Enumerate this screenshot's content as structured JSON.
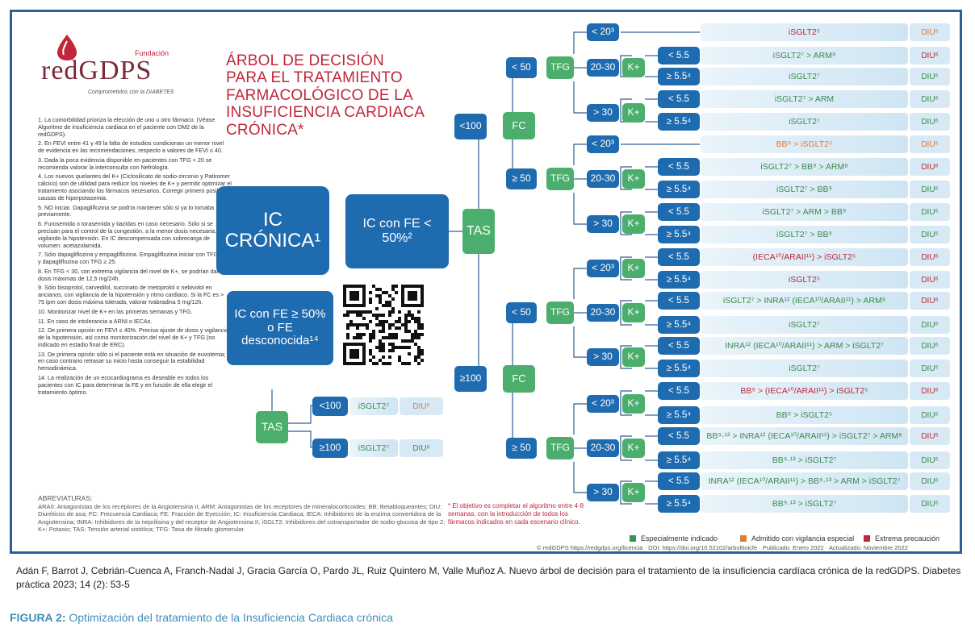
{
  "header": {
    "foundation": "Fundación",
    "org": "redGDPS",
    "tagline": "Comprometidos con la DIABETES",
    "title_lines": [
      "ÁRBOL DE DECISIÓN",
      "PARA EL TRATAMIENTO",
      "FARMACOLÓGICO DE LA",
      "INSUFICIENCIA CARDIACA",
      "CRÓNICA*"
    ]
  },
  "notes": [
    "1. La comorbilidad prioriza la elección de uno u otro fármaco. (Véase Algoritmo de insuficiencia cardiaca en el paciente con DM2 de la redGDPS).",
    "2. En FEVI entre 41 y 49 la falta de estudios condicionan un menor nivel de evidencia en las recomendaciones, respecto a valores de FEVI ≤ 40.",
    "3. Dada la poca evidencia disponible en pacientes con TFG < 20 se recomienda valorar la interconsulta con Nefrología.",
    "4. Los nuevos quelantes del K+ (Ciclosilicato de sodio-zirconio y Patiromer cálcico) son de utilidad para reducir los niveles de K+ y permitir optimizar el tratamiento asociando los fármacos necesarios. Corregir primero posibles causas de hiperpotasemia.",
    "5. NO iniciar. Dapagliflozina se podría mantener sólo si ya lo tomaba previamente.",
    "6. Furosemida o torasemida y tiazidas en caso necesario. Sólo si se precisan para el control de la congestión, a la menor dosis necesaria, vigilando la hipotensión. En IC descompensada con sobrecarga de volumen: acetazolamida.",
    "7. Sólo dapagliflozina y empagliflozina. Empagliflozina iniciar con TFG ≥ 20 y dapagliflozina con TFG ≥ 25.",
    "8. En TFG < 30, con extrema vigilancia del nivel de K+, se podrían dar a dosis máximas de 12,5 mg/24h.",
    "9. Sólo bisoprolol, carvedilol, succinato de metoprolol o nebivolol en ancianos, con vigilancia de la hipotensión y ritmo cardiaco. Si la FC es > 75 lpm con dosis máxima tolerada, valorar Ivabradina 5 mg/12h.",
    "10. Monitorizar nivel de K+ en las primeras semanas y TFG.",
    "11. En caso de intolerancia a ARNI o IECAs.",
    "12. De primera opción en FEVI ≤ 40%. Precisa ajuste de dosis y vigilancia de la hipotensión, así como monitorización del nivel de K+ y TFG (no indicado en estadio final de ERC).",
    "13. De primera opción sólo si el paciente está en situación de euvolemia; en caso contrario retrasar su inicio hasta conseguir la estabilidad hemodinámica.",
    "14. La realización de un ecocardiograma es deseable en todos los pacientes con IC para determinar la FE y en función de ella elegir el tratamiento óptimo."
  ],
  "abbreviations": {
    "title": "ABREVIATURAS:",
    "text": "ARAII: Antagonistas de los receptores de la Angiotensina II; ARM: Antagonistas de los receptores de mineralocorticoides; BB: Betabloqueantes; DIU: Diuréticos de asa; FC: Frecuencia Cardiaca; FE: Fracción de Eyección; IC: Insuficiencia Cardiaca; IECA: Inhibidores de la enzima convertidora de la Angiotensina; INRA: Inhibidores de la neprilisina y del receptor de Angiotensina II; iSGLT2: Inhibidores del cotransportador de sodio-glucosa de tipo 2; K+: Potasio; TAS: Tensión arterial sistólica; TFG: Tasa de filtrado glomerular."
  },
  "objective_note": "* El objetivo es completar el algoritmo entre 4-8 semanas, con la introducción de todos los fármacos indicados en cada escenario clínico.",
  "legend": [
    {
      "label": "Especialmente indicado",
      "color": "#2e9a4a"
    },
    {
      "label": "Admitido con vigilancia especial",
      "color": "#e07b39"
    },
    {
      "label": "Extrema precaución",
      "color": "#c0273a"
    }
  ],
  "footer_credit": "© redGDPS https://redgdps.org/licencia · DOI: https://doi.org/10.52102/arbolttoicfe · Publicado: Enero 2022 · Actualizado: Noviembre 2022",
  "diagram": {
    "ic_cronica": "IC CRÓNICA¹",
    "ic_fe_low": "IC con FE < 50%²",
    "ic_fe_high": "IC con FE ≥ 50% o FE desconocida¹⁴",
    "tas": "TAS",
    "fc": "FC",
    "tfg": "TFG",
    "k": "K+",
    "lt100": "<100",
    "ge100": "≥100",
    "lt50": "< 50",
    "ge50": "≥ 50",
    "lt20": "< 20³",
    "r2030": "20-30",
    "gt30": "> 30",
    "k_low": "< 5.5",
    "k_high": "≥ 5.5⁴",
    "diu": "DIU⁶",
    "preserved": [
      {
        "tas": "<100",
        "drug": "iSGLT2⁷",
        "diu": "DIU⁶"
      },
      {
        "tas": "≥100",
        "drug": "iSGLT2⁷",
        "diu": "DIU⁶"
      }
    ],
    "rows": [
      "iSGLT2⁵",
      "iSGLT2⁷ > ARM⁸",
      "iSGLT2⁷",
      "iSGLT2⁷ > ARM",
      "iSGLT2⁷",
      "BB⁹ > iSGLT2⁵",
      "iSGLT2⁷ > BB⁹ > ARM⁸",
      "iSGLT2⁷ > BB⁹",
      "iSGLT2⁷ > ARM > BB⁹",
      "iSGLT2⁷ > BB⁹",
      "(IECA¹⁰/ARAII¹¹) > iSGLT2⁵",
      "iSGLT2⁵",
      "iSGLT2⁷ > INRA¹² (IECA¹⁰/ARAII¹¹) > ARM⁸",
      "iSGLT2⁷",
      "INRA¹² (IECA¹⁰/ARAII¹¹) > ARM > iSGLT2⁷",
      "iSGLT2⁷",
      "BB⁹ > (IECA¹⁰/ARAII¹¹) > iSGLT2⁵",
      "BB⁹ > iSGLT2⁵",
      "BB⁹·¹³ > INRA¹² (IECA¹⁰/ARAII¹¹) > iSGLT2⁷ > ARM⁸",
      "BB⁹·¹³ > iSGLT2⁷",
      "INRA¹² (IECA¹⁰/ARAII¹¹) > BB⁹·¹³ > ARM > iSGLT2⁷",
      "BB⁹·¹³ > iSGLT2⁷"
    ]
  },
  "citation": "Adán F, Barrot J, Cebrián-Cuenca A, Franch-Nadal J, Gracia García O, Pardo JL, Ruiz Quintero M, Valle Muñoz A. Nuevo árbol de decisión para el tratamiento de la insuficiencia cardíaca crónica de la redGDPS. Diabetes práctica 2023; 14 (2): 53-5",
  "figure": {
    "label": "FIGURA 2:",
    "caption": "Optimización del tratamiento de la Insuficiencia Cardiaca crónica"
  }
}
